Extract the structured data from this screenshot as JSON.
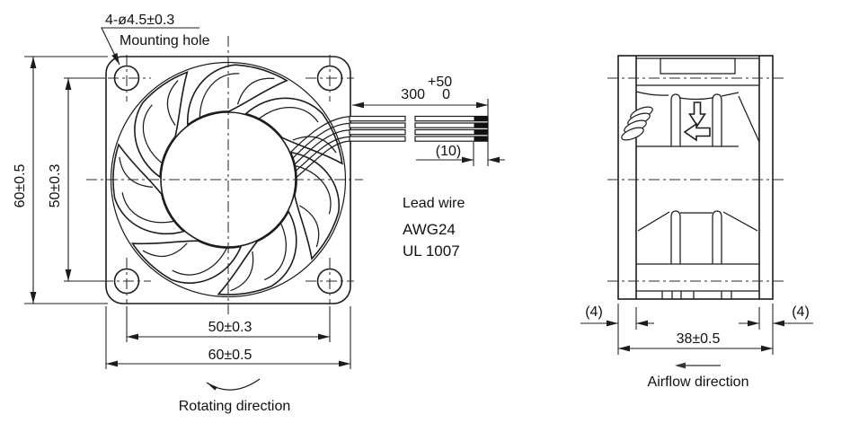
{
  "drawing": {
    "front_view": {
      "callout": {
        "line1": "4-ø4.5±0.3",
        "line2": "Mounting hole"
      },
      "dim_height_outer": "60±0.5",
      "dim_height_inner": "50±0.3",
      "dim_width_inner": "50±0.3",
      "dim_width_outer": "60±0.5",
      "rotating_label": "Rotating direction"
    },
    "lead_wire": {
      "dim_length": "300",
      "tol_plus": "+50",
      "tol_minus": "0",
      "dim_strip": "(10)",
      "label_line1": "Lead wire",
      "label_line2": "AWG24",
      "label_line3": "UL 1007"
    },
    "side_view": {
      "dim_flange_left": "(4)",
      "dim_flange_right": "(4)",
      "dim_depth": "38±0.5",
      "airflow_label": "Airflow direction"
    },
    "colors": {
      "line": "#1c1c1c",
      "background": "#ffffff"
    }
  }
}
